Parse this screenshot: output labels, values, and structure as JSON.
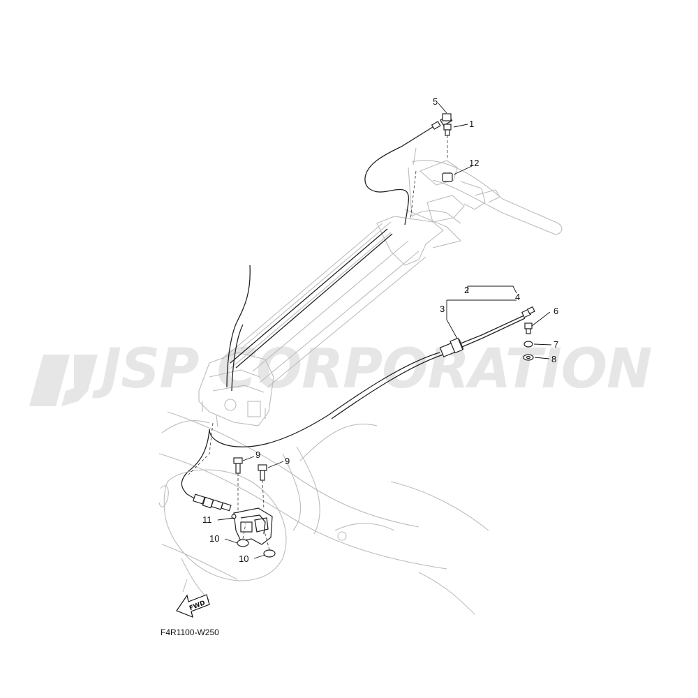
{
  "watermark": {
    "text": "JSP CORPORATION",
    "logo_icon": "jsp-logo-icon"
  },
  "callouts": [
    {
      "id": "c1",
      "label": "1"
    },
    {
      "id": "c2",
      "label": "2"
    },
    {
      "id": "c3",
      "label": "3"
    },
    {
      "id": "c4",
      "label": "4"
    },
    {
      "id": "c5",
      "label": "5"
    },
    {
      "id": "c6",
      "label": "6"
    },
    {
      "id": "c7",
      "label": "7"
    },
    {
      "id": "c8",
      "label": "8"
    },
    {
      "id": "c9a",
      "label": "9"
    },
    {
      "id": "c9b",
      "label": "9"
    },
    {
      "id": "c10a",
      "label": "10"
    },
    {
      "id": "c10b",
      "label": "10"
    },
    {
      "id": "c11",
      "label": "11"
    },
    {
      "id": "c12",
      "label": "12"
    }
  ],
  "fwd_label": "FWD",
  "diagram_code": "F4R1100-W250",
  "icons": [
    "fwd-arrow-icon",
    "jsp-logo-icon"
  ]
}
